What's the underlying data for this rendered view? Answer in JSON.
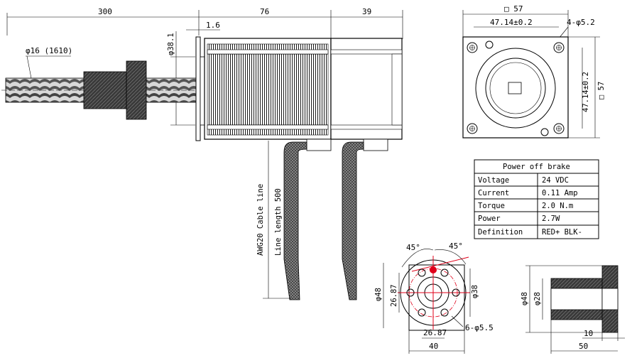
{
  "side_view": {
    "dim_total_len": "300",
    "dim_motor_len": "76",
    "dim_brake_len": "39",
    "dim_flange": "1.6",
    "dim_pilot": "φ38.1",
    "screw_label": "φ16 (1610)",
    "cable_spec": "AWG20 Cable line",
    "cable_length": "Line length 500"
  },
  "front_view": {
    "dim_square_top": "□ 57",
    "dim_square_right": "□ 57",
    "dim_hole_spacing_h": "47.14±0.2",
    "dim_hole_spacing_v": "47.14±0.2",
    "dim_holes": "4-φ5.2"
  },
  "brake_table": {
    "title": "Power off brake",
    "rows": [
      {
        "label": "Voltage",
        "value": "24 VDC"
      },
      {
        "label": "Current",
        "value": "0.11 Amp"
      },
      {
        "label": "Torque",
        "value": "2.0 N.m"
      },
      {
        "label": "Power",
        "value": "2.7W"
      },
      {
        "label": "Definition",
        "value": "RED+ BLK-"
      }
    ]
  },
  "nut_front": {
    "angle_a": "45°",
    "angle_b": "45°",
    "dim_outer": "φ48",
    "dim_flat_v": "26.87",
    "dim_flat_h": "26.87",
    "dim_pcd": "φ38",
    "dim_holes": "6-φ5.5",
    "dim_width": "40"
  },
  "nut_side": {
    "dim_outer": "φ48",
    "dim_body": "φ28",
    "dim_flange": "10",
    "dim_length": "50"
  }
}
